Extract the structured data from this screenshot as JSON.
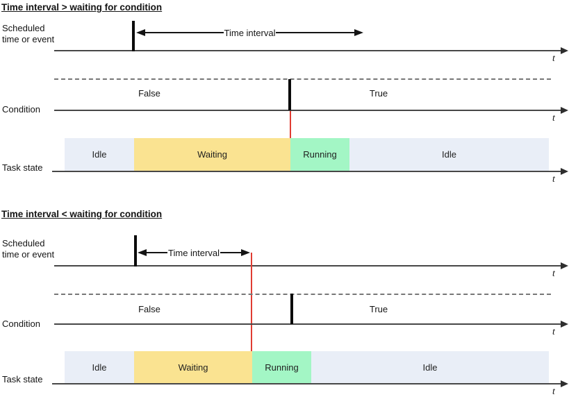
{
  "figure": {
    "axis_label": "t",
    "interval_label": "Time interval",
    "row_labels": {
      "scheduled": "Scheduled\ntime or event",
      "condition": "Condition",
      "task_state": "Task state"
    },
    "condition_values": {
      "false_label": "False",
      "true_label": "True"
    },
    "colors": {
      "idle": "#E9EEF7",
      "waiting": "#FAE391",
      "running": "#A3F6C5",
      "connector_red": "#E03C32"
    },
    "diagrams": [
      {
        "title": "Time interval > waiting for condition",
        "task_segments": [
          {
            "label": "Idle"
          },
          {
            "label": "Waiting"
          },
          {
            "label": "Running"
          },
          {
            "label": "Idle"
          }
        ]
      },
      {
        "title": "Time interval < waiting for condition",
        "task_segments": [
          {
            "label": "Idle"
          },
          {
            "label": "Waiting"
          },
          {
            "label": "Running"
          },
          {
            "label": "Idle"
          }
        ]
      }
    ]
  }
}
